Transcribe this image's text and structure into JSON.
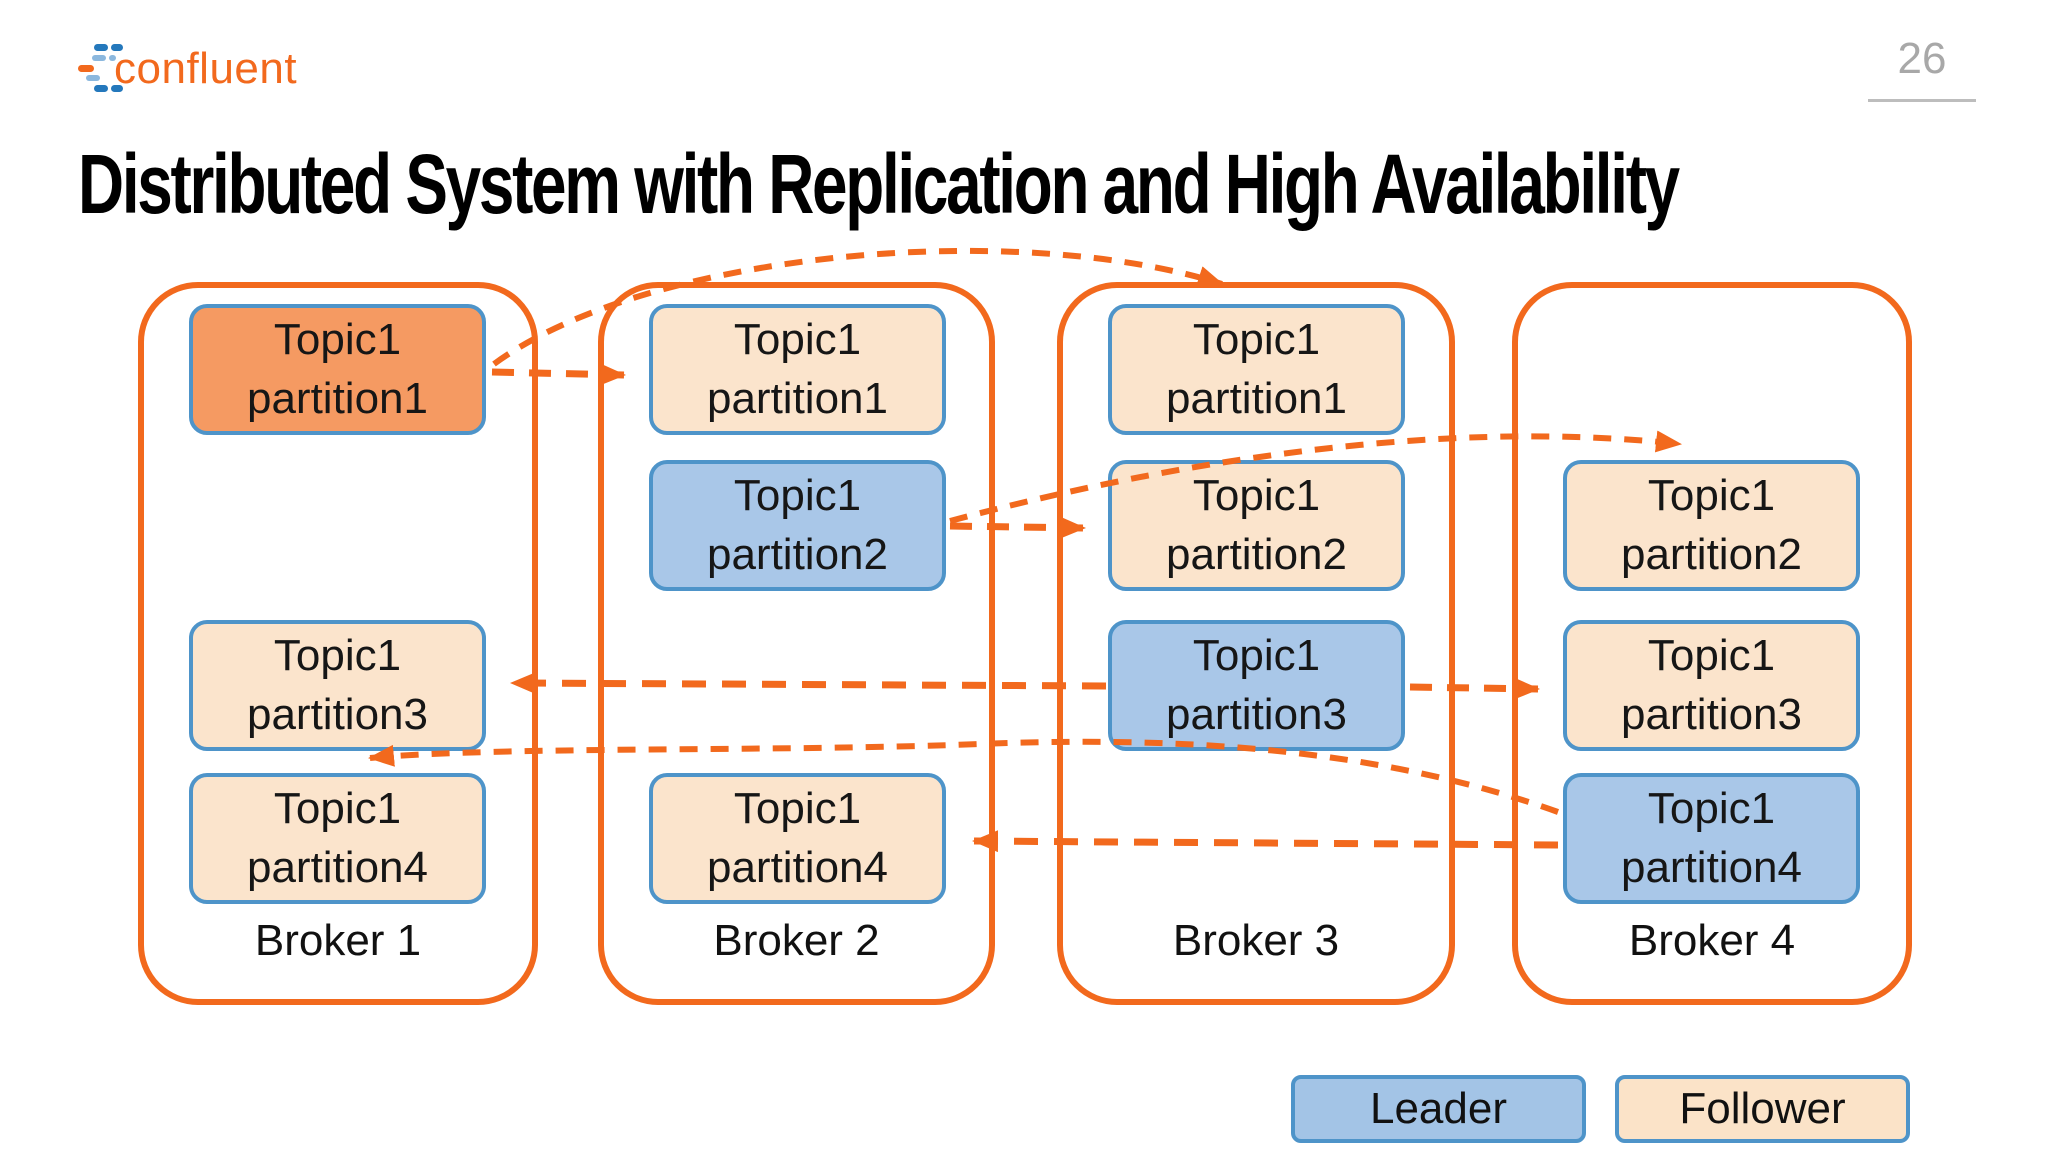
{
  "slide": {
    "logo_text": "confluent",
    "page_number": "26",
    "title": "Distributed System with Replication and High Availability"
  },
  "brokers": [
    {
      "label": "Broker 1",
      "partitions": [
        {
          "line1": "Topic1",
          "line2": "partition1",
          "role": "leader-highlight"
        },
        {
          "line1": "Topic1",
          "line2": "partition3",
          "role": "follower"
        },
        {
          "line1": "Topic1",
          "line2": "partition4",
          "role": "follower"
        }
      ]
    },
    {
      "label": "Broker 2",
      "partitions": [
        {
          "line1": "Topic1",
          "line2": "partition1",
          "role": "follower"
        },
        {
          "line1": "Topic1",
          "line2": "partition2",
          "role": "leader"
        },
        {
          "line1": "Topic1",
          "line2": "partition4",
          "role": "follower"
        }
      ]
    },
    {
      "label": "Broker 3",
      "partitions": [
        {
          "line1": "Topic1",
          "line2": "partition1",
          "role": "follower"
        },
        {
          "line1": "Topic1",
          "line2": "partition2",
          "role": "follower"
        },
        {
          "line1": "Topic1",
          "line2": "partition3",
          "role": "leader"
        }
      ]
    },
    {
      "label": "Broker 4",
      "partitions": [
        {
          "line1": "Topic1",
          "line2": "partition2",
          "role": "follower"
        },
        {
          "line1": "Topic1",
          "line2": "partition3",
          "role": "follower"
        },
        {
          "line1": "Topic1",
          "line2": "partition4",
          "role": "leader"
        }
      ]
    }
  ],
  "legend": [
    {
      "label": "Leader",
      "role": "leader"
    },
    {
      "label": "Follower",
      "role": "follower"
    }
  ],
  "arrows": [
    {
      "from": "Broker 1 / partition1",
      "to": "Broker 2 / partition1",
      "style": "dashed"
    },
    {
      "from": "Broker 1 / partition1",
      "to": "Broker 3 / partition1",
      "style": "dashed-arc"
    },
    {
      "from": "Broker 2 / partition2",
      "to": "Broker 3 / partition2",
      "style": "dashed"
    },
    {
      "from": "Broker 2 / partition2",
      "to": "Broker 4 / partition2",
      "style": "dashed-arc"
    },
    {
      "from": "Broker 3 / partition3",
      "to": "Broker 1 / partition3",
      "style": "dashed"
    },
    {
      "from": "Broker 3 / partition3",
      "to": "Broker 4 / partition3",
      "style": "dashed"
    },
    {
      "from": "Broker 4 / partition4",
      "to": "Broker 2 / partition4",
      "style": "dashed"
    },
    {
      "from": "Broker 4 / partition4",
      "to": "Broker 1 / partition4",
      "style": "dashed-arc"
    }
  ],
  "colors": {
    "accent_orange": "#F2691D",
    "box_border_blue": "#4E94C9",
    "leader_fill": "#A9C7E8",
    "follower_fill": "#FBE4CC",
    "highlight_fill": "#F59A62",
    "page_number_gray": "#A8A8A8",
    "title_black": "#000000"
  }
}
